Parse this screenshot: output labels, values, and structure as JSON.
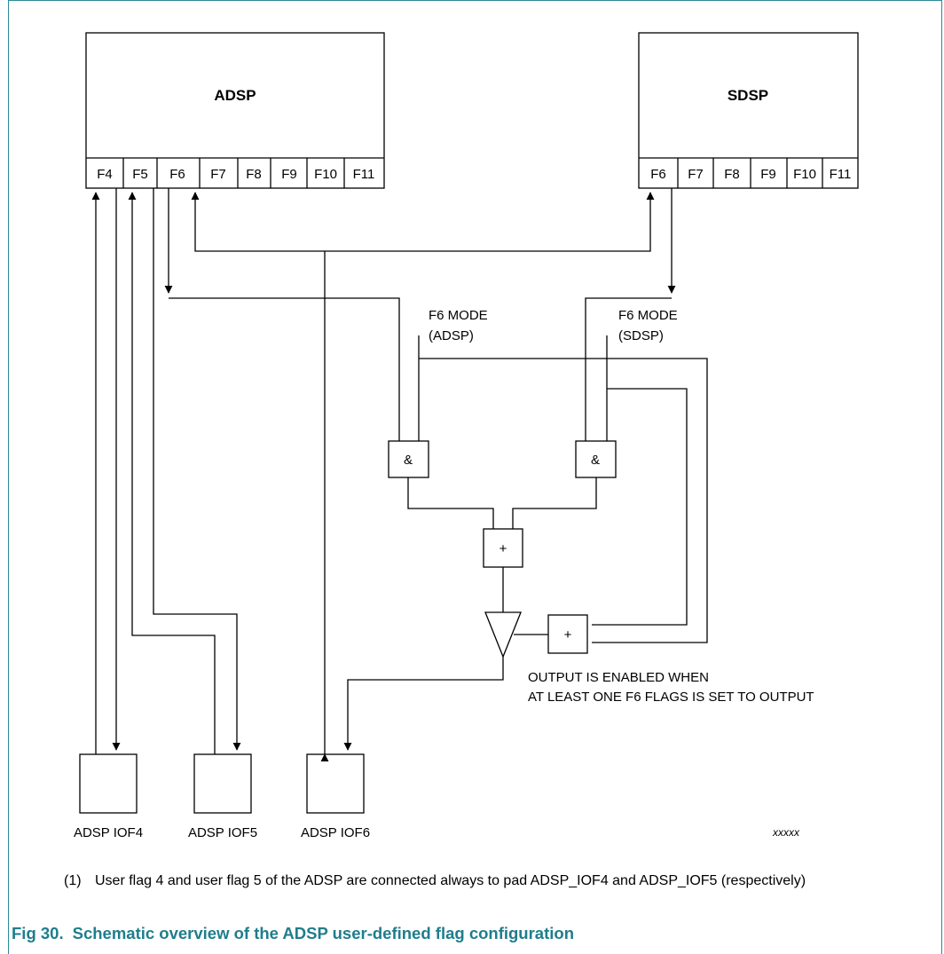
{
  "blocks": {
    "adsp": {
      "title": "ADSP",
      "flags": [
        "F4",
        "F5",
        "F6",
        "F7",
        "F8",
        "F9",
        "F10",
        "F11"
      ]
    },
    "sdsp": {
      "title": "SDSP",
      "flags": [
        "F6",
        "F7",
        "F8",
        "F9",
        "F10",
        "F11"
      ]
    }
  },
  "mode_labels": {
    "adsp": {
      "line1": "F6 MODE",
      "line2": "(ADSP)"
    },
    "sdsp": {
      "line1": "F6 MODE",
      "line2": "(SDSP)"
    }
  },
  "gates": {
    "and_symbol": "&",
    "or_symbol": "+"
  },
  "output_note": {
    "line1": "OUTPUT IS ENABLED WHEN",
    "line2": "AT LEAST ONE F6 FLAGS IS SET TO OUTPUT"
  },
  "pads": [
    {
      "label": "ADSP IOF4"
    },
    {
      "label": "ADSP IOF5"
    },
    {
      "label": "ADSP IOF6"
    }
  ],
  "watermark": "xxxxx",
  "footnote": {
    "number": "(1)",
    "text": "User flag 4 and user flag 5 of the ADSP are connected always to pad ADSP_IOF4 and ADSP_IOF5 (respectively)"
  },
  "caption": {
    "figure": "Fig 30.",
    "text": "Schematic overview of the ADSP user-defined flag configuration"
  },
  "colors": {
    "caption": "#1f7d8c",
    "frame": "#2b8a96",
    "line": "#000000"
  }
}
